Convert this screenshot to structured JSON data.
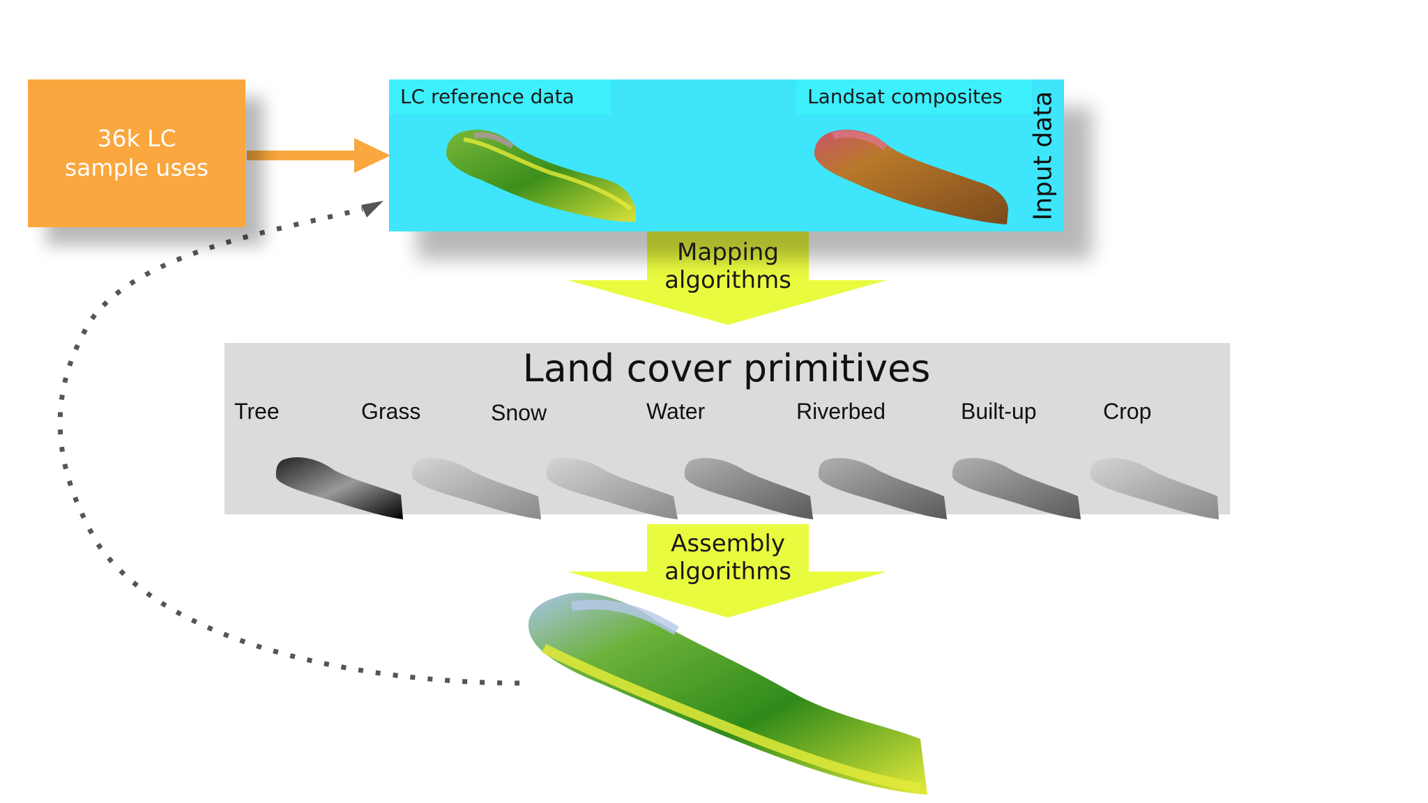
{
  "sample_box": {
    "text": "36k LC sample uses"
  },
  "input_panel": {
    "left_label": "LC reference data",
    "right_label": "Landsat composites",
    "side_label": "Input data"
  },
  "mapping_arrow": {
    "line1": "Mapping",
    "line2": "algorithms"
  },
  "primitives": {
    "title": "Land cover primitives",
    "labels": [
      "Tree",
      "Grass",
      "Snow",
      "Water",
      "Riverbed",
      "Built-up",
      "Crop"
    ]
  },
  "assembly_arrow": {
    "line1": "Assembly",
    "line2": "algorithms"
  },
  "colors": {
    "orange": "#f9a73e",
    "cyan": "#3ee5fb",
    "yellow_arrow": "#e9fb3f",
    "grey_panel": "#dcdbdb"
  }
}
